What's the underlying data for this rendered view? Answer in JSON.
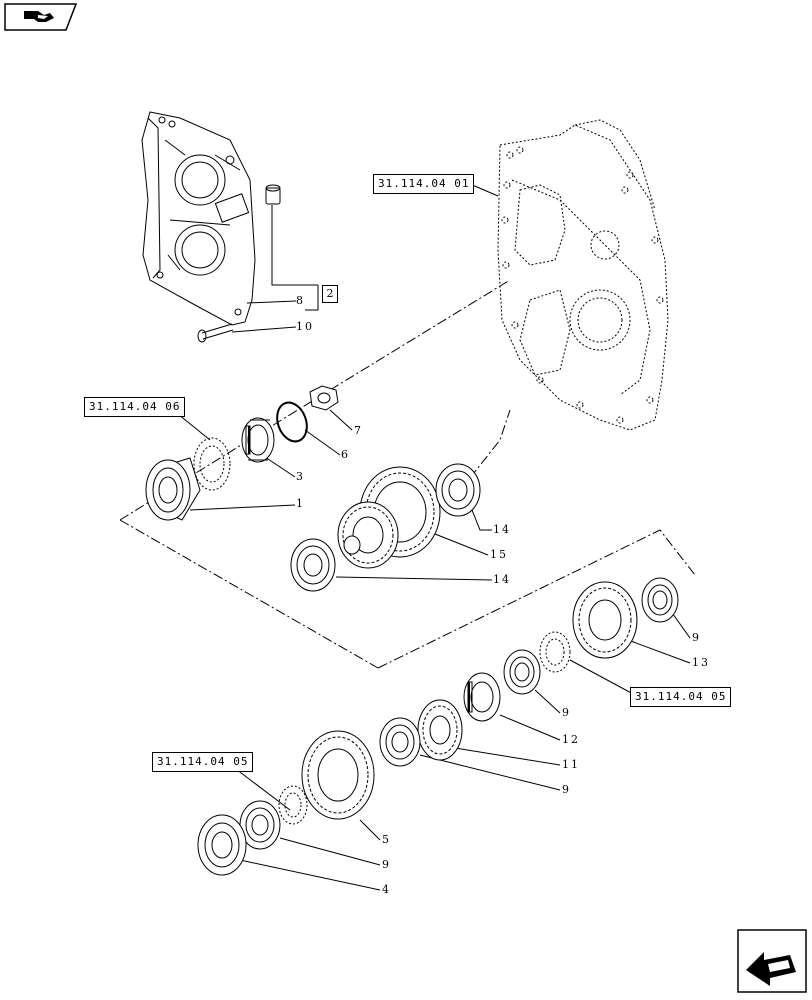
{
  "references": {
    "top_right": "31.114.04 01",
    "left_middle": "31.114.04 06",
    "right_lower": "31.114.04 05",
    "left_lower": "31.114.04 05"
  },
  "group_label": "2",
  "callouts": {
    "c8": "8",
    "c10": "10",
    "c7": "7",
    "c6": "6",
    "c3": "3",
    "c1": "1",
    "c14a": "14",
    "c15": "15",
    "c14b": "14",
    "c9a": "9",
    "c13": "13",
    "c9b": "9",
    "c12": "12",
    "c11": "11",
    "c9c": "9",
    "c5": "5",
    "c9d": "9",
    "c4": "4"
  },
  "icons": {
    "top_left": "book-navigation-icon",
    "bottom_right": "next-page-arrow-icon"
  }
}
